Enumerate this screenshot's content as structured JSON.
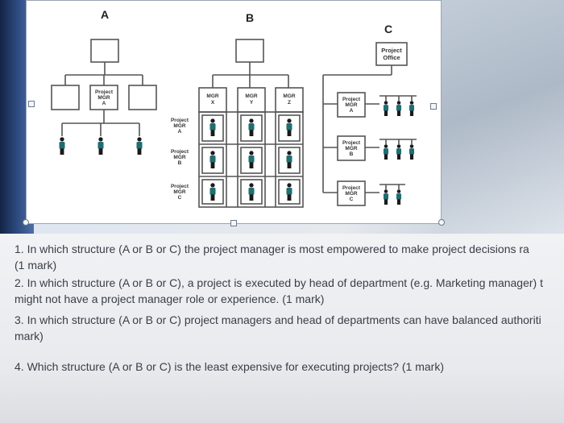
{
  "diagram": {
    "structure_labels": {
      "a": "A",
      "b": "B",
      "c": "C"
    },
    "a": {
      "pm_box": [
        "Project",
        "MGR",
        "A"
      ]
    },
    "b": {
      "columns": [
        [
          "MGR",
          "X"
        ],
        [
          "MGR",
          "Y"
        ],
        [
          "MGR",
          "Z"
        ]
      ],
      "rows": [
        [
          "Project",
          "MGR",
          "A"
        ],
        [
          "Project",
          "MGR",
          "B"
        ],
        [
          "Project",
          "MGR",
          "C"
        ]
      ]
    },
    "c": {
      "project_office": [
        "Project",
        "Office"
      ],
      "pms": [
        [
          "Project",
          "MGR",
          "A"
        ],
        [
          "Project",
          "MGR",
          "B"
        ],
        [
          "Project",
          "MGR",
          "C"
        ]
      ]
    },
    "colors": {
      "figure": "#1f6e71",
      "box_border": "#555555",
      "lines": "#555555"
    }
  },
  "questions": [
    {
      "line1": "1.  In which structure (A or B or C) the project manager is most empowered to make project decisions ra",
      "line2": "(1 mark)"
    },
    {
      "line1": "2.  In which structure (A or B or C), a project is executed by head of department (e.g. Marketing manager) t",
      "line2": "might not have a project manager role or experience. (1 mark)"
    },
    {
      "line1": "3. In which structure (A or B or C) project managers and head of departments can have balanced authoriti",
      "line2": "mark)"
    },
    {
      "line1": "4. Which structure (A or B or C) is the least expensive for executing projects? (1 mark)",
      "line2": ""
    }
  ]
}
